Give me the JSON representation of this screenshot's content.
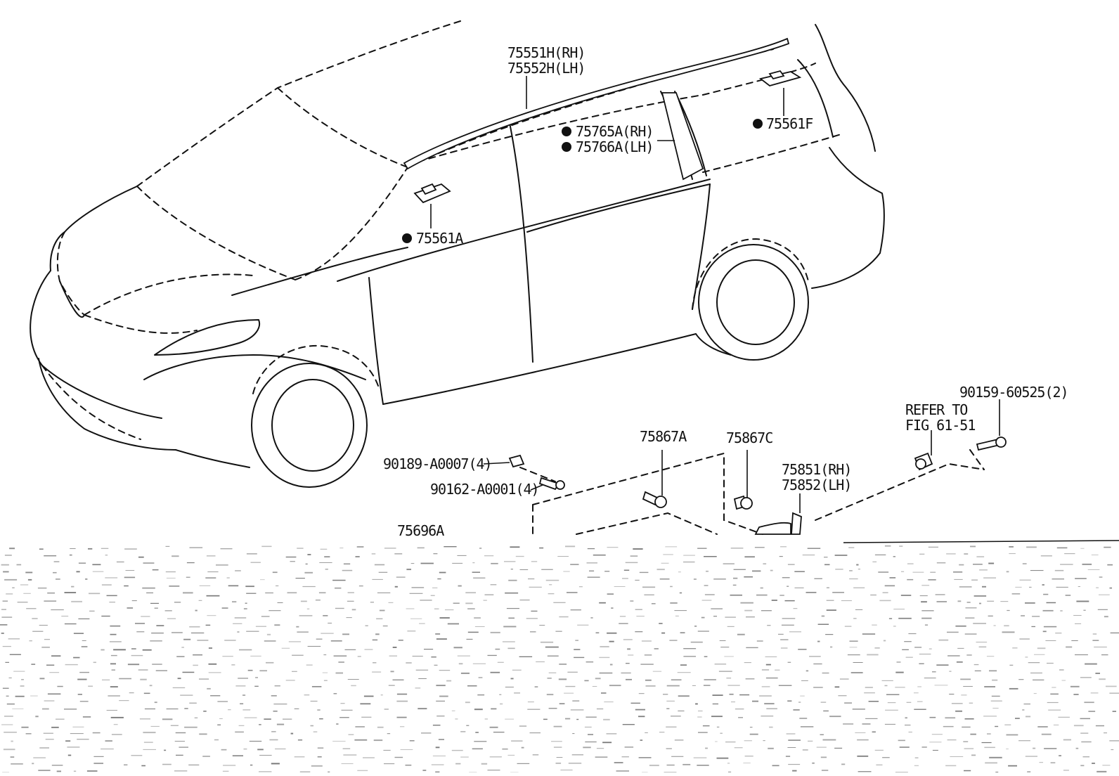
{
  "diagram": {
    "callouts": {
      "roof_rail_rh": "75551H(RH)",
      "roof_rail_lh": "75552H(LH)",
      "pillar_rh": "75765A(RH)",
      "pillar_lh": "75766A(LH)",
      "rear_clip": "75561F",
      "front_clip": "75561A",
      "bolt_90159": "90159-60525(2)",
      "refer_line1": "REFER TO",
      "refer_line2": "FIG 61-51",
      "clip_75867A": "75867A",
      "clip_75867C": "75867C",
      "mudguard_rh": "75851(RH)",
      "mudguard_lh": "75852(LH)",
      "nut_90189": "90189-A0007(4)",
      "screw_90162": "90162-A0001(4)",
      "rocker_75696A": "75696A"
    },
    "marker_legend_symbol": "●"
  }
}
